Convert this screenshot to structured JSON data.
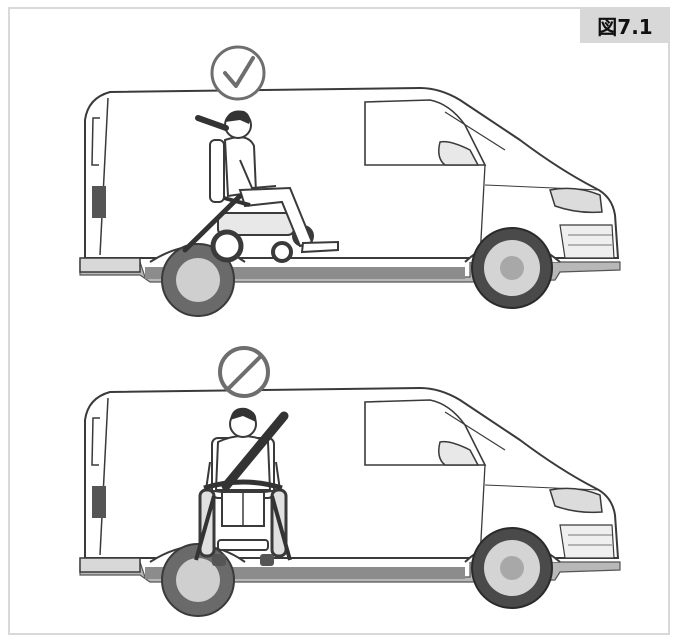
{
  "figure": {
    "label": "図7.1"
  },
  "panels": [
    {
      "id": "correct",
      "indicator": "checkmark-icon",
      "status": "allowed"
    },
    {
      "id": "incorrect",
      "indicator": "prohibited-icon",
      "status": "not-allowed"
    }
  ],
  "colors": {
    "outline": "#3a3a3a",
    "van_body": "#ffffff",
    "floor_shadow": "#9e9e9e",
    "tire": "#4a4a4a",
    "badge_bg": "#d8d8d8",
    "frame": "#d9d9d9"
  }
}
